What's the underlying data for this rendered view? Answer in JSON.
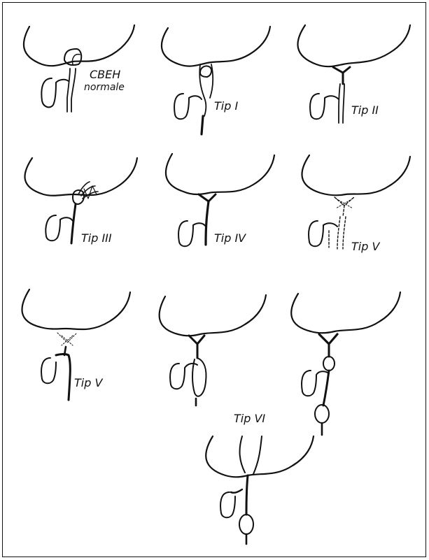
{
  "labels": {
    "normal_line1": "CBEH",
    "normal_line2": "normale",
    "tip1": "Tip I",
    "tip2": "Tip II",
    "tip3": "Tip III",
    "tip4": "Tip IV",
    "tip5a": "Tip V",
    "tip5b": "Tip V",
    "tip6": "Tip VI"
  },
  "panels": [
    {
      "name": "normal",
      "variant": "normal"
    },
    {
      "name": "tip-1",
      "variant": "tip1"
    },
    {
      "name": "tip-2",
      "variant": "tip2"
    },
    {
      "name": "tip-3",
      "variant": "tip3"
    },
    {
      "name": "tip-4",
      "variant": "tip4"
    },
    {
      "name": "tip-5a",
      "variant": "tip5a"
    },
    {
      "name": "tip-5b",
      "variant": "tip5b"
    },
    {
      "name": "tip-6a",
      "variant": "tip6a"
    },
    {
      "name": "tip-6b",
      "variant": "tip6b"
    },
    {
      "name": "tip-6c",
      "variant": "tip6c"
    }
  ]
}
